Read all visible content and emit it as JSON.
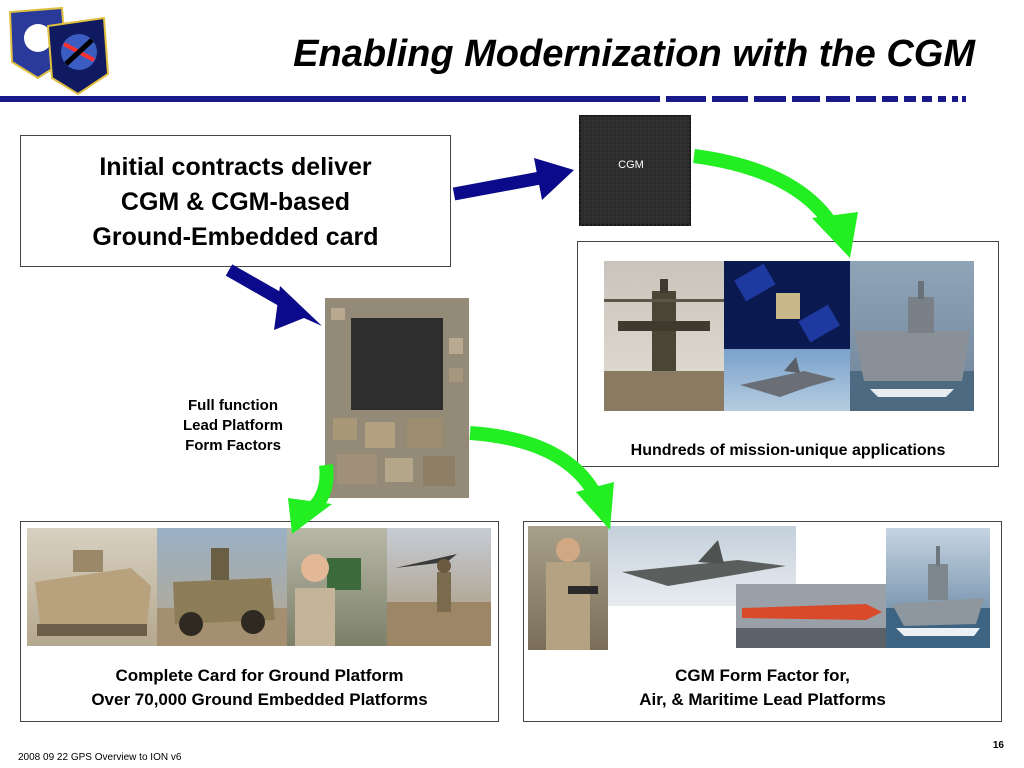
{
  "slide": {
    "title": "Enabling Modernization with the CGM",
    "page_number": "16",
    "footer": "2008 09 22 GPS Overview to ION v6"
  },
  "boxes": {
    "initial_contracts": {
      "line1": "Initial contracts deliver",
      "line2": "CGM & CGM-based",
      "line3": "Ground-Embedded card"
    },
    "mission_apps": {
      "caption": "Hundreds of mission-unique applications"
    },
    "ground_platform": {
      "line1": "Complete Card for Ground Platform",
      "line2": "Over 70,000 Ground Embedded Platforms"
    },
    "lead_platforms": {
      "line1": "CGM Form Factor for,",
      "line2": "Air, & Maritime Lead Platforms"
    }
  },
  "chip_label": "CGM",
  "full_function": {
    "line1": "Full function",
    "line2": "Lead Platform",
    "line3": "Form Factors"
  },
  "colors": {
    "navy_bar": "#1a1a8c",
    "blue_arrow": "#0a0a8a",
    "green_arrow": "#22ee22"
  }
}
